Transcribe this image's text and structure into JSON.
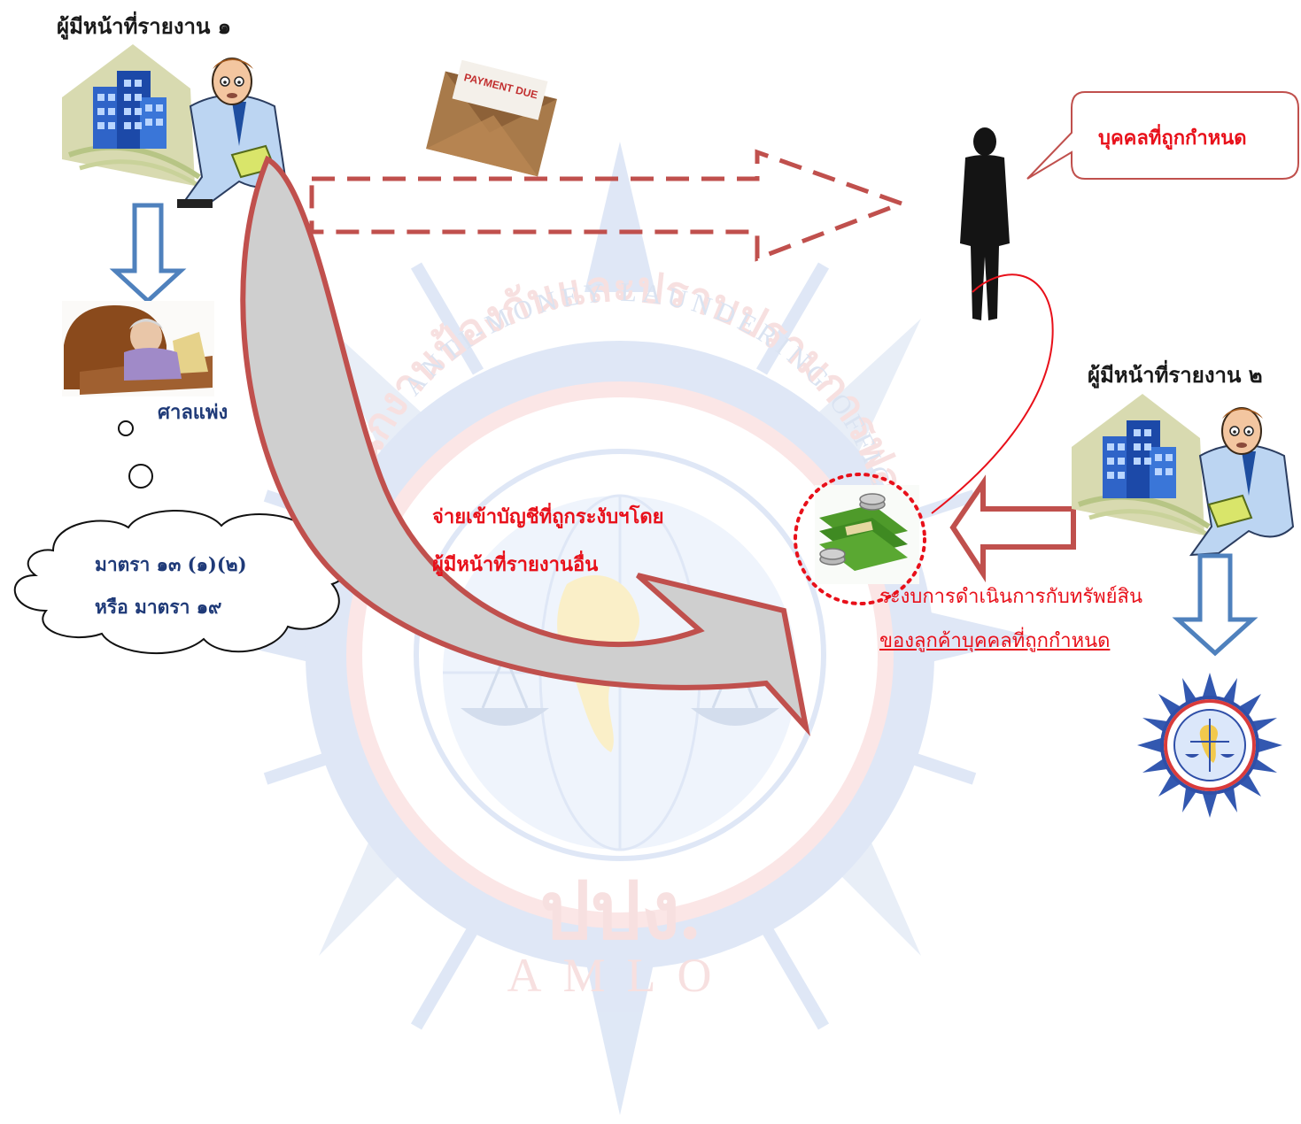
{
  "labels": {
    "reporter_1": "ผู้มีหน้าที่รายงาน ๑",
    "reporter_2": "ผู้มีหน้าที่รายงาน ๒",
    "civil_court": "ศาลแพ่ง",
    "section_line1": "มาตรา ๑๓ (๑)(๒)",
    "section_line2": "หรือ มาตรา ๑๙",
    "designated_person": "บุคคลที่ถูกกำหนด",
    "pay_line1": "จ่ายเข้าบัญชีที่ถูกระงับฯโดย",
    "pay_line2": "ผู้มีหน้าที่รายงานอื่น",
    "suspend_line1": "ระงบการดำเนินการกับทรัพย์สิน",
    "suspend_line2": "ของลูกค้าบุคคลที่ถูกกำหนด",
    "envelope_text": "PAYMENT DUE"
  },
  "watermark": {
    "thai_arc": "สำนักงานป้องกันและปราบปรามการฟอกเงิน",
    "english_arc": "ANTI-MONEY LAUNDERING OFFICE",
    "thai_abbr": "ปปง.",
    "english_abbr": "AMLO"
  },
  "colors": {
    "arrow_red": "#c0504d",
    "arrow_blue": "#4f81bd",
    "text_red": "#e8101a",
    "text_navy": "#1f3a78",
    "curve_fill": "#cfcfcf"
  },
  "icons": {
    "reporter_1_building": "office-building-icon",
    "reporter_1_person": "businessman-icon",
    "reporter_2_building": "office-building-icon",
    "reporter_2_person": "businessman-icon",
    "court": "judge-icon",
    "envelope": "payment-due-envelope-icon",
    "designated_person": "person-silhouette-icon",
    "money": "money-stack-icon",
    "amlo_logo": "amlo-seal-icon"
  }
}
